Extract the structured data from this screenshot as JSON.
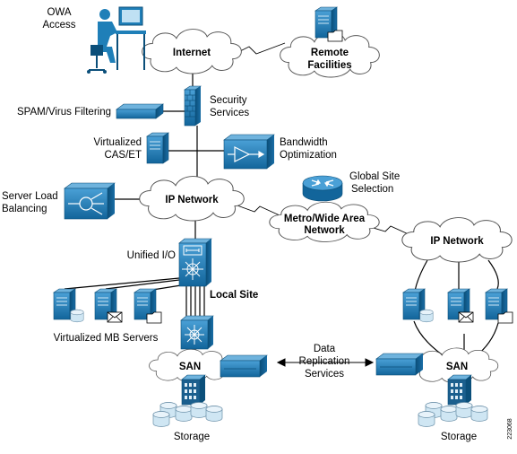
{
  "labels": {
    "owa_access_1": "OWA",
    "owa_access_2": "Access",
    "internet": "Internet",
    "remote_1": "Remote",
    "remote_2": "Facilities",
    "spam_filtering": "SPAM/Virus Filtering",
    "security_1": "Security",
    "security_2": "Services",
    "virtualized_1": "Virtualized",
    "virtualized_2": "CAS/ET",
    "bandwidth_1": "Bandwidth",
    "bandwidth_2": "Optimization",
    "global_site_1": "Global Site",
    "global_site_2": "Selection",
    "server_lb_1": "Server Load",
    "server_lb_2": "Balancing",
    "ip_network_left": "IP Network",
    "metro_wan_1": "Metro/Wide Area",
    "metro_wan_2": "Network",
    "ip_network_right": "IP Network",
    "unified_io": "Unified I/O",
    "local_site": "Local Site",
    "virtualized_mb": "Virtualized MB Servers",
    "data_rep_1": "Data",
    "data_rep_2": "Replication",
    "data_rep_3": "Services",
    "san_left": "SAN",
    "san_right": "SAN",
    "storage_left": "Storage",
    "storage_right": "Storage",
    "figure_id": "223068"
  },
  "colors": {
    "device_fill": "#1f7fb8",
    "device_dark": "#0b4f7a",
    "device_light": "#6fb3dd",
    "cloud_fill": "#ffffff",
    "cloud_stroke": "#555555",
    "disk_fill": "#cfe6f3",
    "line": "#000000"
  },
  "icons": [
    "user-at-computer-icon",
    "server-tower-icon",
    "folder-icon",
    "envelope-icon",
    "firewall-icon",
    "appliance-icon",
    "load-balancer-icon",
    "wan-optimizer-icon",
    "router-icon",
    "switch-icon",
    "storage-array-icon",
    "disk-stack-icon",
    "cloud-icon"
  ]
}
